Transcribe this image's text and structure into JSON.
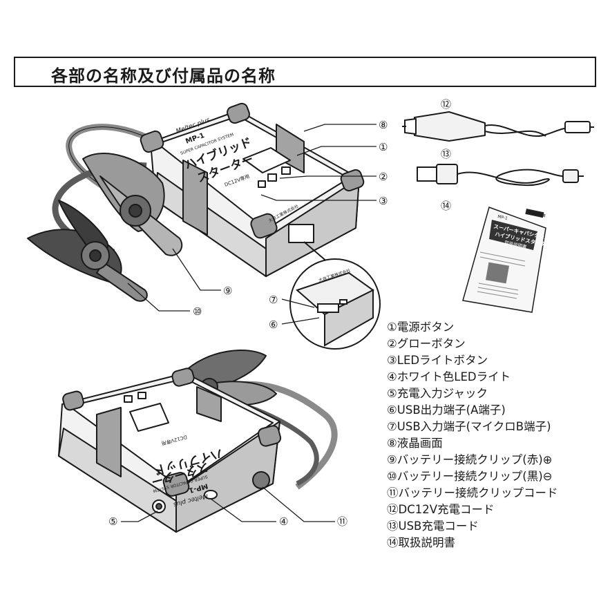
{
  "page_title": "各部の名称及び付属品の名称",
  "device": {
    "brand": "Meltec plus",
    "model": "MP-1",
    "subtitle": "SUPER CAPACITOR SYSTEM",
    "name_line1": "ハイブリッド",
    "name_line2": "スターター",
    "badge": "DC12V専用",
    "maker": "大自工業株式会社"
  },
  "callouts": [
    "⑧",
    "①",
    "②",
    "③",
    "⑨",
    "⑩",
    "⑦",
    "⑥",
    "⑫",
    "⑬",
    "⑭",
    "⑤",
    "④",
    "⑪"
  ],
  "manual": {
    "tag": "取扱説明書",
    "model": "MP-1",
    "title_line1": "スーパーキャパシタシステム",
    "title_line2": "ハイブリッドスターター",
    "title_line3": "取扱説明書"
  },
  "parts": [
    "①電源ボタン",
    "②グローボタン",
    "③LEDライトボタン",
    "④ホワイト色LEDライト",
    "⑤充電入力ジャック",
    "⑥USB出力端子(A端子)",
    "⑦USB入力端子(マイクロB端子)",
    "⑧液晶画面",
    "⑨バッテリー接続クリップ(赤)⊕",
    "⑩バッテリー接続クリップ(黒)⊖",
    "⑪バッテリー接続クリップコード",
    "⑫DC12V充電コード",
    "⑬USB充電コード",
    "⑭取扱説明書"
  ]
}
